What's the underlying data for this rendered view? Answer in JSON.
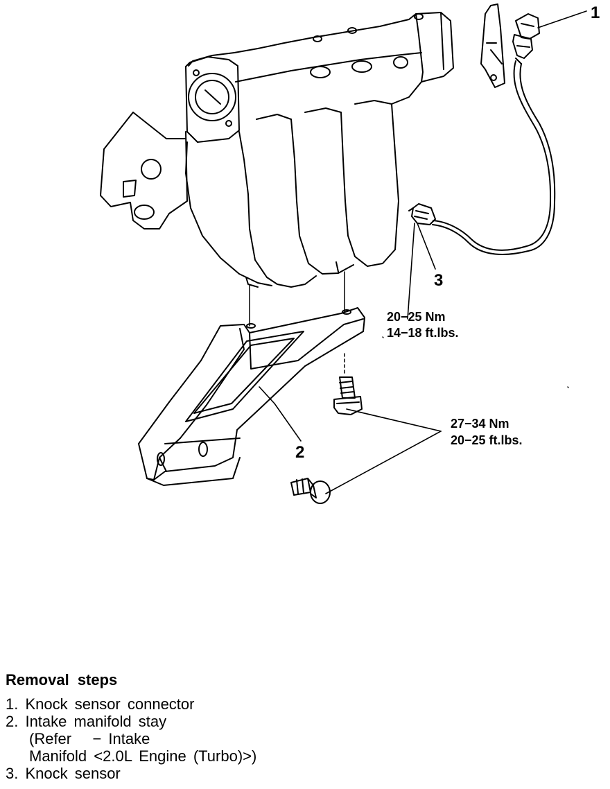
{
  "diagram": {
    "callouts": {
      "knock_sensor_connector": "1",
      "intake_manifold_stay": "2",
      "knock_sensor": "3"
    },
    "torque_knock_sensor": {
      "nm": "20−25 Nm",
      "ftlbs": "14−18 ft.lbs."
    },
    "torque_stay_bolts": {
      "nm": "27−34 Nm",
      "ftlbs": "20−25 ft.lbs."
    }
  },
  "removal_steps": {
    "title": "Removal steps",
    "step1": "1. Knock sensor connector",
    "step2": "2. Intake manifold stay",
    "step2_note_line1": "(Refer   − Intake",
    "step2_note_line2": "Manifold <2.0L Engine (Turbo)>)",
    "step3": "3. Knock sensor"
  }
}
